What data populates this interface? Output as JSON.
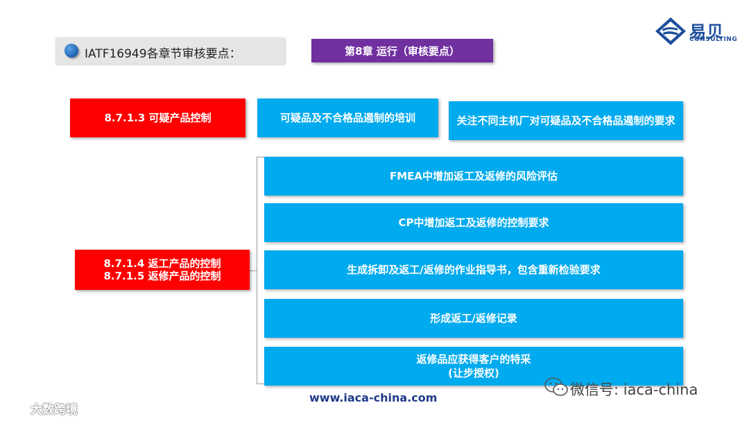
{
  "header": {
    "title": "IATF16949各章节审核要点：",
    "chapter": "第8章  运行（审核要点）"
  },
  "logo": {
    "name": "易贝",
    "sub": "CONSULTING"
  },
  "suspect_section": {
    "clause": "8.7.1.3 可疑产品控制",
    "item1": "可疑品及不合格品遏制的培训",
    "item2": "关注不同主机厂对可疑品及不合格品遏制的要求"
  },
  "rework_section": {
    "clause_line1": "8.7.1.4 返工产品的控制",
    "clause_line2": "8.7.1.5 返修产品的控制",
    "items": [
      "FMEA中增加返工及返修的风险评估",
      "CP中增加返工及返修的控制要求",
      "生成拆卸及返工/返修的作业指导书，包含重新检验要求",
      "形成返工/返修记录"
    ],
    "last_item_line1": "返修品应获得客户的特采",
    "last_item_line2": "(让步授权)"
  },
  "footer": {
    "website": "www.iaca-china.com",
    "wechat": "微信号: iaca-china",
    "weibo": "大数跨境"
  },
  "colors": {
    "red": "#ff0000",
    "blue": "#00aaee",
    "purple": "#7030a0",
    "brand": "#1e4e9c"
  }
}
